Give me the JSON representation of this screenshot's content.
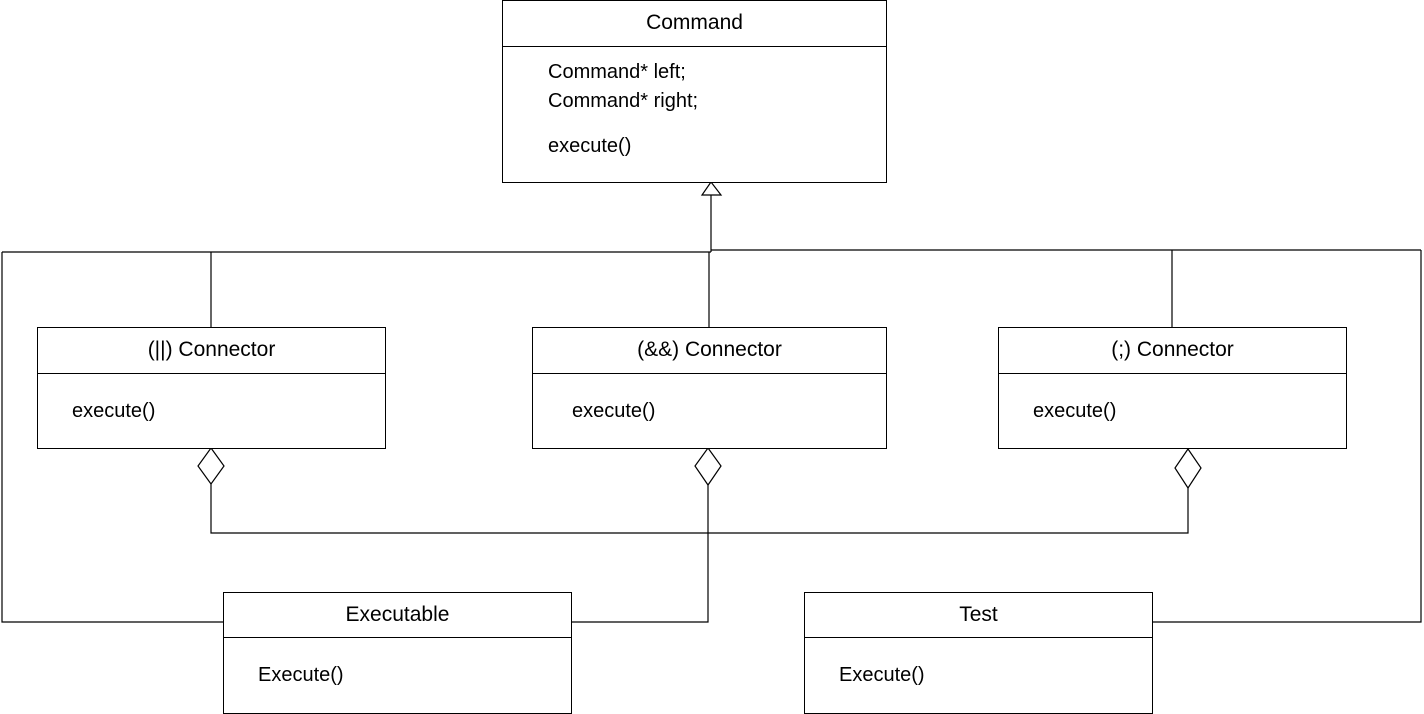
{
  "classes": {
    "command": {
      "name": "Command",
      "attributes": [
        "Command* left;",
        "Command* right;"
      ],
      "methods": [
        "execute()"
      ]
    },
    "or_connector": {
      "name": "(||) Connector",
      "methods": [
        "execute()"
      ]
    },
    "and_connector": {
      "name": "(&&) Connector",
      "methods": [
        "execute()"
      ]
    },
    "semi_connector": {
      "name": "(;) Connector",
      "methods": [
        "execute()"
      ]
    },
    "executable": {
      "name": "Executable",
      "methods": [
        "Execute()"
      ]
    },
    "test": {
      "name": "Test",
      "methods": [
        "Execute()"
      ]
    }
  },
  "relationships": [
    {
      "kind": "generalization",
      "from": "(||) Connector",
      "to": "Command"
    },
    {
      "kind": "generalization",
      "from": "(&&) Connector",
      "to": "Command"
    },
    {
      "kind": "generalization",
      "from": "(;) Connector",
      "to": "Command"
    },
    {
      "kind": "generalization",
      "from": "Executable",
      "to": "Command"
    },
    {
      "kind": "generalization",
      "from": "Test",
      "to": "Command"
    },
    {
      "kind": "aggregation",
      "whole": "(||) Connector",
      "part": "Executable"
    },
    {
      "kind": "aggregation",
      "whole": "(&&) Connector",
      "part": "Executable"
    },
    {
      "kind": "aggregation",
      "whole": "(;) Connector",
      "part": "Executable"
    }
  ]
}
